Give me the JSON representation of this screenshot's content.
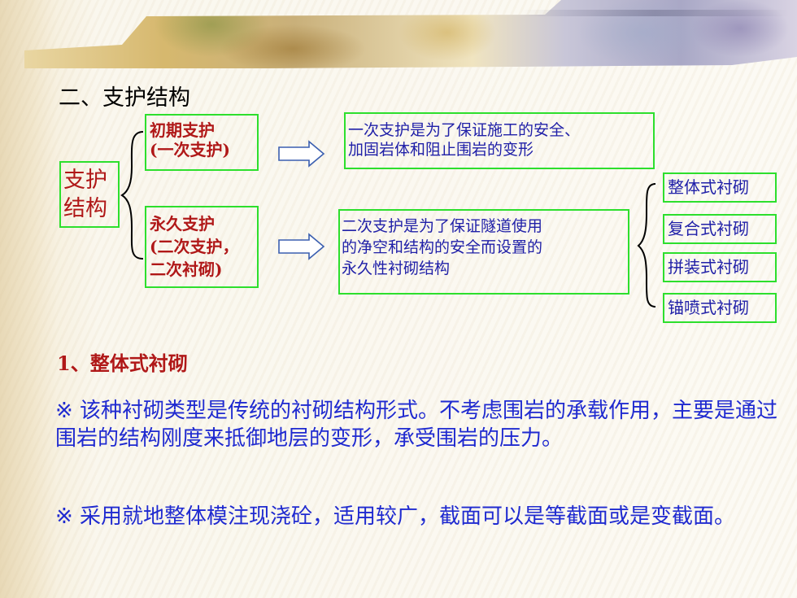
{
  "slide": {
    "title": "二、支护结构",
    "left_label": "支护\n结构",
    "initial_support": "初期支护\n(一次支护)",
    "permanent_support": "永久支护\n(二次支护，\n二次衬砌)",
    "initial_description": "一次支护是为了保证施工的安全、\n加固岩体和阻止围岩的变形",
    "permanent_description": "二次支护是为了保证隧道使用\n的净空和结构的安全而设置的\n永久性衬砌结构",
    "lining_types": [
      "整体式衬砌",
      "复合式衬砌",
      "拼装式衬砌",
      "锚喷式衬砌"
    ],
    "section_heading": "1、整体式衬砌",
    "paragraphs": [
      "※ 该种衬砌类型是传统的衬砌结构形式。不考虑围岩的承载作用，主要是通过围岩的结构刚度来抵御地层的变形，承受围岩的压力。",
      "※ 采用就地整体模注现浇砼，适用较广，截面可以是等截面或是变截面。"
    ]
  },
  "colors": {
    "box_border": "#2ddf2d",
    "red_text": "#b01818",
    "blue_text": "#1f2ad0",
    "desc_text": "#2020a8"
  }
}
